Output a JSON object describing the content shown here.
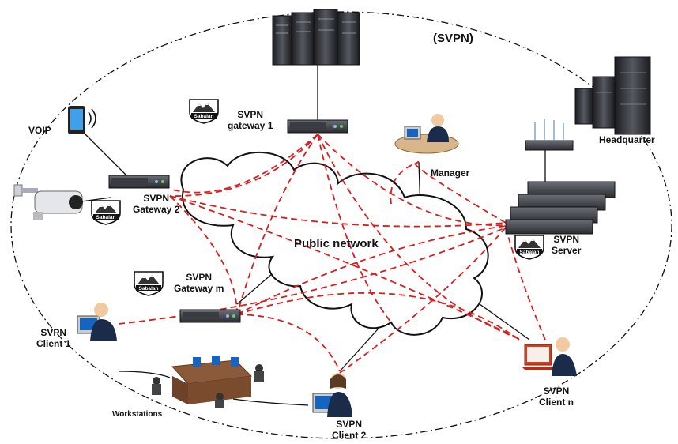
{
  "title": "(SVPN)",
  "cloud_label": "Public network",
  "nodes": {
    "voip": "VOIP",
    "gateway1": [
      "SVPN",
      "gateway 1"
    ],
    "gateway2": [
      "SVPN",
      "Gateway 2"
    ],
    "gatewaym": [
      "SVPN",
      "Gateway m"
    ],
    "manager": "Manager",
    "headquarter": "Headquarter",
    "server": [
      "SVPN",
      "Server"
    ],
    "client1": [
      "SVPN",
      "Client 1"
    ],
    "client2": [
      "SVPN",
      "Client 2"
    ],
    "clientn": [
      "SVPN",
      "Client n"
    ],
    "workstations": "Workstations"
  },
  "logo_text": "Sabalan",
  "colors": {
    "tunnel": "#d81e1e",
    "link": "#111111",
    "device": "#2b2d33",
    "device_front": "#4a4d55",
    "screen": "#1565c0",
    "skin": "#f2c9a0",
    "suit": "#1b2c4a"
  }
}
